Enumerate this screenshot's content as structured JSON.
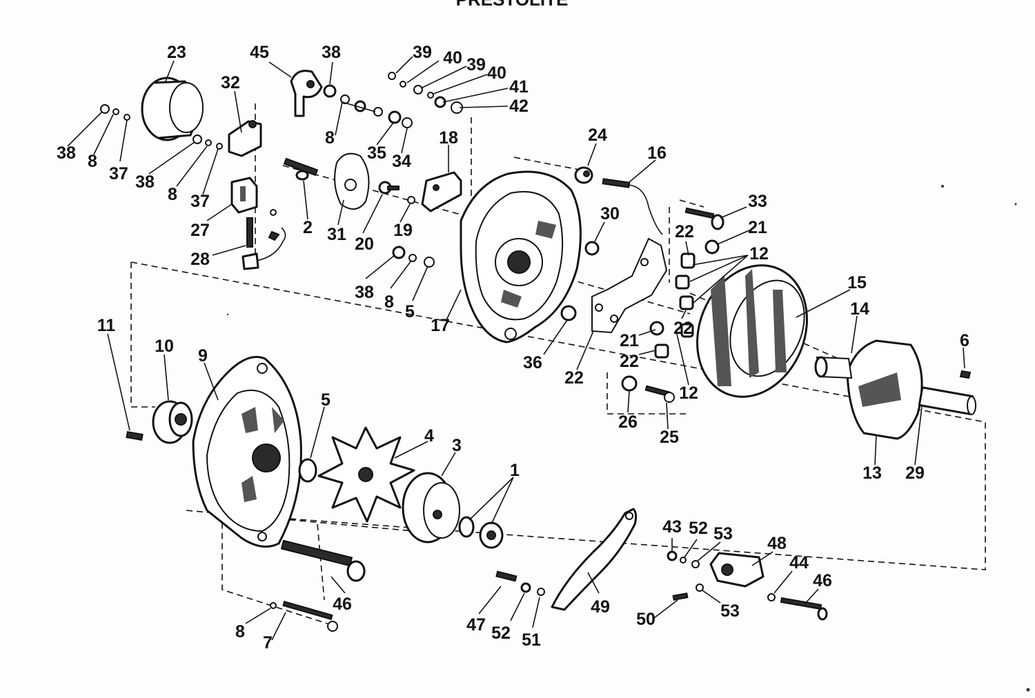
{
  "diagram": {
    "title": "PRESTOLITE",
    "callouts": [
      {
        "id": "c23a",
        "text": "23"
      },
      {
        "id": "c32",
        "text": "32"
      },
      {
        "id": "c45",
        "text": "45"
      },
      {
        "id": "c38a",
        "text": "38"
      },
      {
        "id": "c39a",
        "text": "39"
      },
      {
        "id": "c40a",
        "text": "40"
      },
      {
        "id": "c39b",
        "text": "39"
      },
      {
        "id": "c40b",
        "text": "40"
      },
      {
        "id": "c41",
        "text": "41"
      },
      {
        "id": "c42",
        "text": "42"
      },
      {
        "id": "c8a",
        "text": "8"
      },
      {
        "id": "c38b",
        "text": "38"
      },
      {
        "id": "c8b",
        "text": "8"
      },
      {
        "id": "c37a",
        "text": "37"
      },
      {
        "id": "c38c",
        "text": "38"
      },
      {
        "id": "c8c",
        "text": "8"
      },
      {
        "id": "c37b",
        "text": "37"
      },
      {
        "id": "c35",
        "text": "35"
      },
      {
        "id": "c34",
        "text": "34"
      },
      {
        "id": "c18",
        "text": "18"
      },
      {
        "id": "c24",
        "text": "24"
      },
      {
        "id": "c16",
        "text": "16"
      },
      {
        "id": "c33",
        "text": "33"
      },
      {
        "id": "c27",
        "text": "27"
      },
      {
        "id": "c2",
        "text": "2"
      },
      {
        "id": "c31",
        "text": "31"
      },
      {
        "id": "c20",
        "text": "20"
      },
      {
        "id": "c19",
        "text": "19"
      },
      {
        "id": "c30",
        "text": "30"
      },
      {
        "id": "c22a",
        "text": "22"
      },
      {
        "id": "c21a",
        "text": "21"
      },
      {
        "id": "c12a",
        "text": "12"
      },
      {
        "id": "c28",
        "text": "28"
      },
      {
        "id": "c38d",
        "text": "38"
      },
      {
        "id": "c8d",
        "text": "8"
      },
      {
        "id": "c5a",
        "text": "5"
      },
      {
        "id": "c15",
        "text": "15"
      },
      {
        "id": "c14",
        "text": "14"
      },
      {
        "id": "c17",
        "text": "17"
      },
      {
        "id": "c11",
        "text": "11"
      },
      {
        "id": "c10",
        "text": "10"
      },
      {
        "id": "c9",
        "text": "9"
      },
      {
        "id": "c22b",
        "text": "22"
      },
      {
        "id": "c21b",
        "text": "21"
      },
      {
        "id": "c22c",
        "text": "22"
      },
      {
        "id": "c36",
        "text": "36"
      },
      {
        "id": "c22d",
        "text": "22"
      },
      {
        "id": "c12b",
        "text": "12"
      },
      {
        "id": "c6",
        "text": "6"
      },
      {
        "id": "c26",
        "text": "26"
      },
      {
        "id": "c25",
        "text": "25"
      },
      {
        "id": "c5b",
        "text": "5"
      },
      {
        "id": "c4",
        "text": "4"
      },
      {
        "id": "c3",
        "text": "3"
      },
      {
        "id": "c13",
        "text": "13"
      },
      {
        "id": "c29",
        "text": "29"
      },
      {
        "id": "c1",
        "text": "1"
      },
      {
        "id": "c43",
        "text": "43"
      },
      {
        "id": "c52a",
        "text": "52"
      },
      {
        "id": "c53a",
        "text": "53"
      },
      {
        "id": "c48",
        "text": "48"
      },
      {
        "id": "c44",
        "text": "44"
      },
      {
        "id": "c46a",
        "text": "46"
      },
      {
        "id": "c49",
        "text": "49"
      },
      {
        "id": "c46b",
        "text": "46"
      },
      {
        "id": "c47",
        "text": "47"
      },
      {
        "id": "c52b",
        "text": "52"
      },
      {
        "id": "c51",
        "text": "51"
      },
      {
        "id": "c50",
        "text": "50"
      },
      {
        "id": "c53b",
        "text": "53"
      },
      {
        "id": "c8e",
        "text": "8"
      },
      {
        "id": "c7",
        "text": "7"
      }
    ]
  }
}
